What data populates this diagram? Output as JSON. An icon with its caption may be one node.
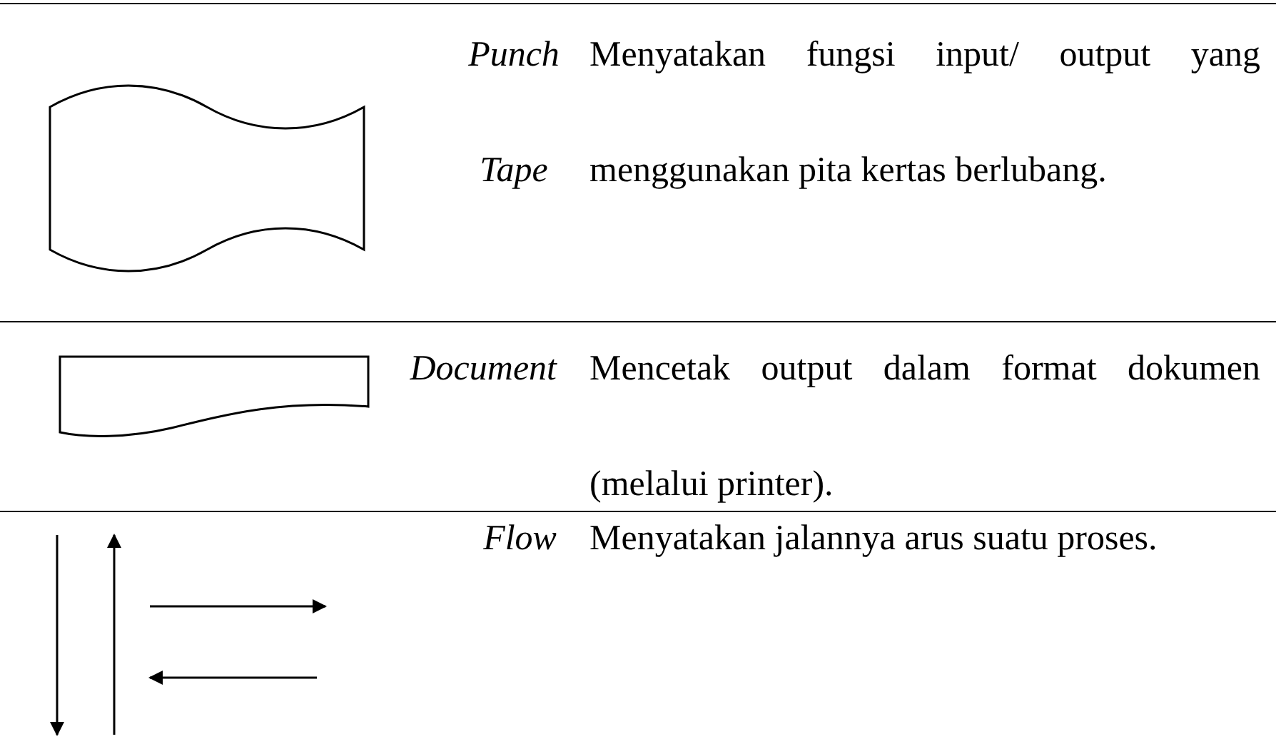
{
  "diagram": {
    "labels": [
      "Punch Tape",
      "Menyatakan fungsi input/ output yang menggunakan pita kertas berlubang.",
      "Document",
      "Mencetak output dalam format dokumen (melalui printer).",
      "Flow",
      "Menyatakan jalannya arus suatu proses."
    ]
  }
}
